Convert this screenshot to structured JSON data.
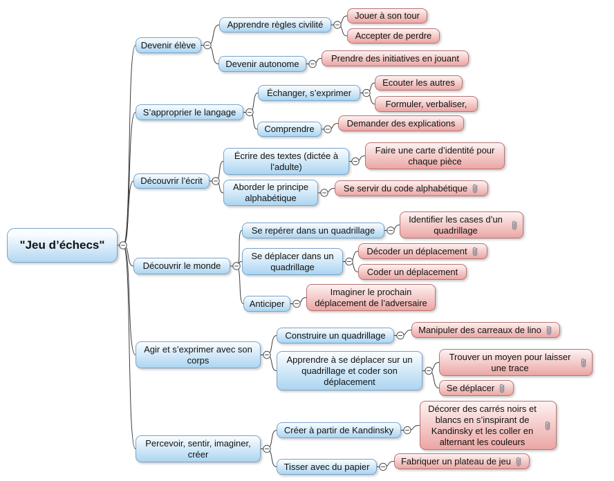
{
  "tree": {
    "label": "\"Jeu d’échecs\"",
    "children": [
      {
        "label": "Devenir élève",
        "children": [
          {
            "label": "Apprendre règles civilité",
            "children": [
              {
                "label": "Jouer à son tour"
              },
              {
                "label": "Accepter de perdre"
              }
            ]
          },
          {
            "label": "Devenir autonome",
            "children": [
              {
                "label": "Prendre des initiatives en jouant"
              }
            ]
          }
        ]
      },
      {
        "label": "S’approprier le langage",
        "children": [
          {
            "label": "Échanger, s’exprimer",
            "children": [
              {
                "label": "Ecouter les autres"
              },
              {
                "label": "Formuler, verbaliser,"
              }
            ]
          },
          {
            "label": "Comprendre",
            "children": [
              {
                "label": "Demander des explications"
              }
            ]
          }
        ]
      },
      {
        "label": "Découvrir l’écrit",
        "children": [
          {
            "label": "Écrire des textes (dictée à l’adulte)",
            "children": [
              {
                "label": "Faire une carte d’identité pour chaque pièce"
              }
            ]
          },
          {
            "label": "Aborder le principe alphabétique",
            "children": [
              {
                "label": "Se servir du code alphabétique",
                "attachment": "paperclip"
              }
            ]
          }
        ]
      },
      {
        "label": "Découvrir le monde",
        "children": [
          {
            "label": "Se repérer dans un quadrillage",
            "children": [
              {
                "label": "Identifier les cases d’un quadrillage",
                "attachment": "paperclip"
              }
            ]
          },
          {
            "label": "Se déplacer dans un quadrillage",
            "children": [
              {
                "label": "Décoder un déplacement",
                "attachment": "paperclip"
              },
              {
                "label": "Coder un déplacement"
              }
            ]
          },
          {
            "label": "Anticiper",
            "children": [
              {
                "label": "Imaginer le prochain déplacement de l’adversaire"
              }
            ]
          }
        ]
      },
      {
        "label": "Agir et s’exprimer avec son corps",
        "children": [
          {
            "label": "Construire un quadrillage",
            "children": [
              {
                "label": "Manipuler des carreaux de lino",
                "attachment": "paperclip"
              }
            ]
          },
          {
            "label": "Apprendre à se déplacer sur un quadrillage et coder son déplacement",
            "children": [
              {
                "label": "Trouver un moyen pour laisser une trace",
                "attachment": "paperclip"
              },
              {
                "label": "Se déplacer",
                "attachment": "paperclip"
              }
            ]
          }
        ]
      },
      {
        "label": "Percevoir, sentir, imaginer, créer",
        "children": [
          {
            "label": "Créer à partir de Kandinsky",
            "children": [
              {
                "label": "Décorer des carrés noirs et blancs en s’inspirant de Kandinsky et les coller en alternant les couleurs",
                "attachment": "paperclip"
              }
            ]
          },
          {
            "label": "Tisser avec du papier",
            "children": [
              {
                "label": "Fabriquer un plateau de jeu",
                "attachment": "paperclip"
              }
            ]
          }
        ]
      }
    ]
  },
  "palette": {
    "branch_fill_top": "#fbfdff",
    "branch_fill_bottom": "#abd5f1",
    "branch_border": "#78a4cc",
    "leaf_fill_top": "#fdf2f1",
    "leaf_fill_bottom": "#eba6a4",
    "leaf_border": "#b97272",
    "connector": "#3a3a3a",
    "attachment_icon": "#8a8a96"
  },
  "icons": {
    "attachment": "paperclip-icon",
    "collapse_toggle": "minus-circle-icon"
  }
}
